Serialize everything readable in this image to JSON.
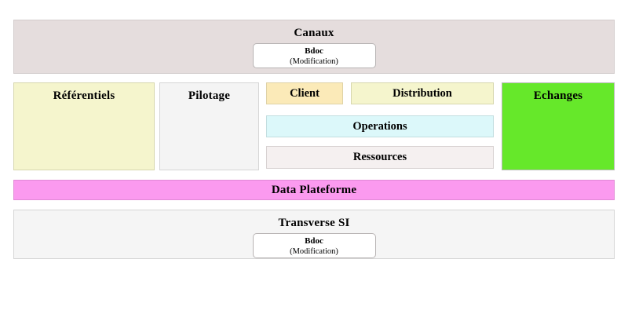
{
  "diagram": {
    "title_font_style": "serif-bold",
    "layers": [
      {
        "id": "canaux",
        "label": "Canaux",
        "color": "#e5dddd",
        "card": {
          "name": "Bdoc",
          "subtitle": "(Modification)"
        }
      },
      {
        "id": "metier",
        "columns": [
          {
            "id": "referentiels",
            "label": "Référentiels",
            "color": "#f5f5cd"
          },
          {
            "id": "pilotage",
            "label": "Pilotage",
            "color": "#f4f4f4"
          },
          {
            "id": "domaines",
            "blocks": [
              {
                "id": "client",
                "label": "Client",
                "color": "#fbeab8"
              },
              {
                "id": "distribution",
                "label": "Distribution",
                "color": "#f5f5cd"
              },
              {
                "id": "operations",
                "label": "Operations",
                "color": "#dcf8fa"
              },
              {
                "id": "ressources",
                "label": "Ressources",
                "color": "#f5f0f0"
              }
            ]
          },
          {
            "id": "echanges",
            "label": "Echanges",
            "color": "#66e82a"
          }
        ]
      },
      {
        "id": "data-plateforme",
        "label": "Data Plateforme",
        "color": "#fb9aef"
      },
      {
        "id": "transverse-si",
        "label": "Transverse SI",
        "color": "#f5f5f5",
        "card": {
          "name": "Bdoc",
          "subtitle": "(Modification)"
        }
      }
    ]
  }
}
